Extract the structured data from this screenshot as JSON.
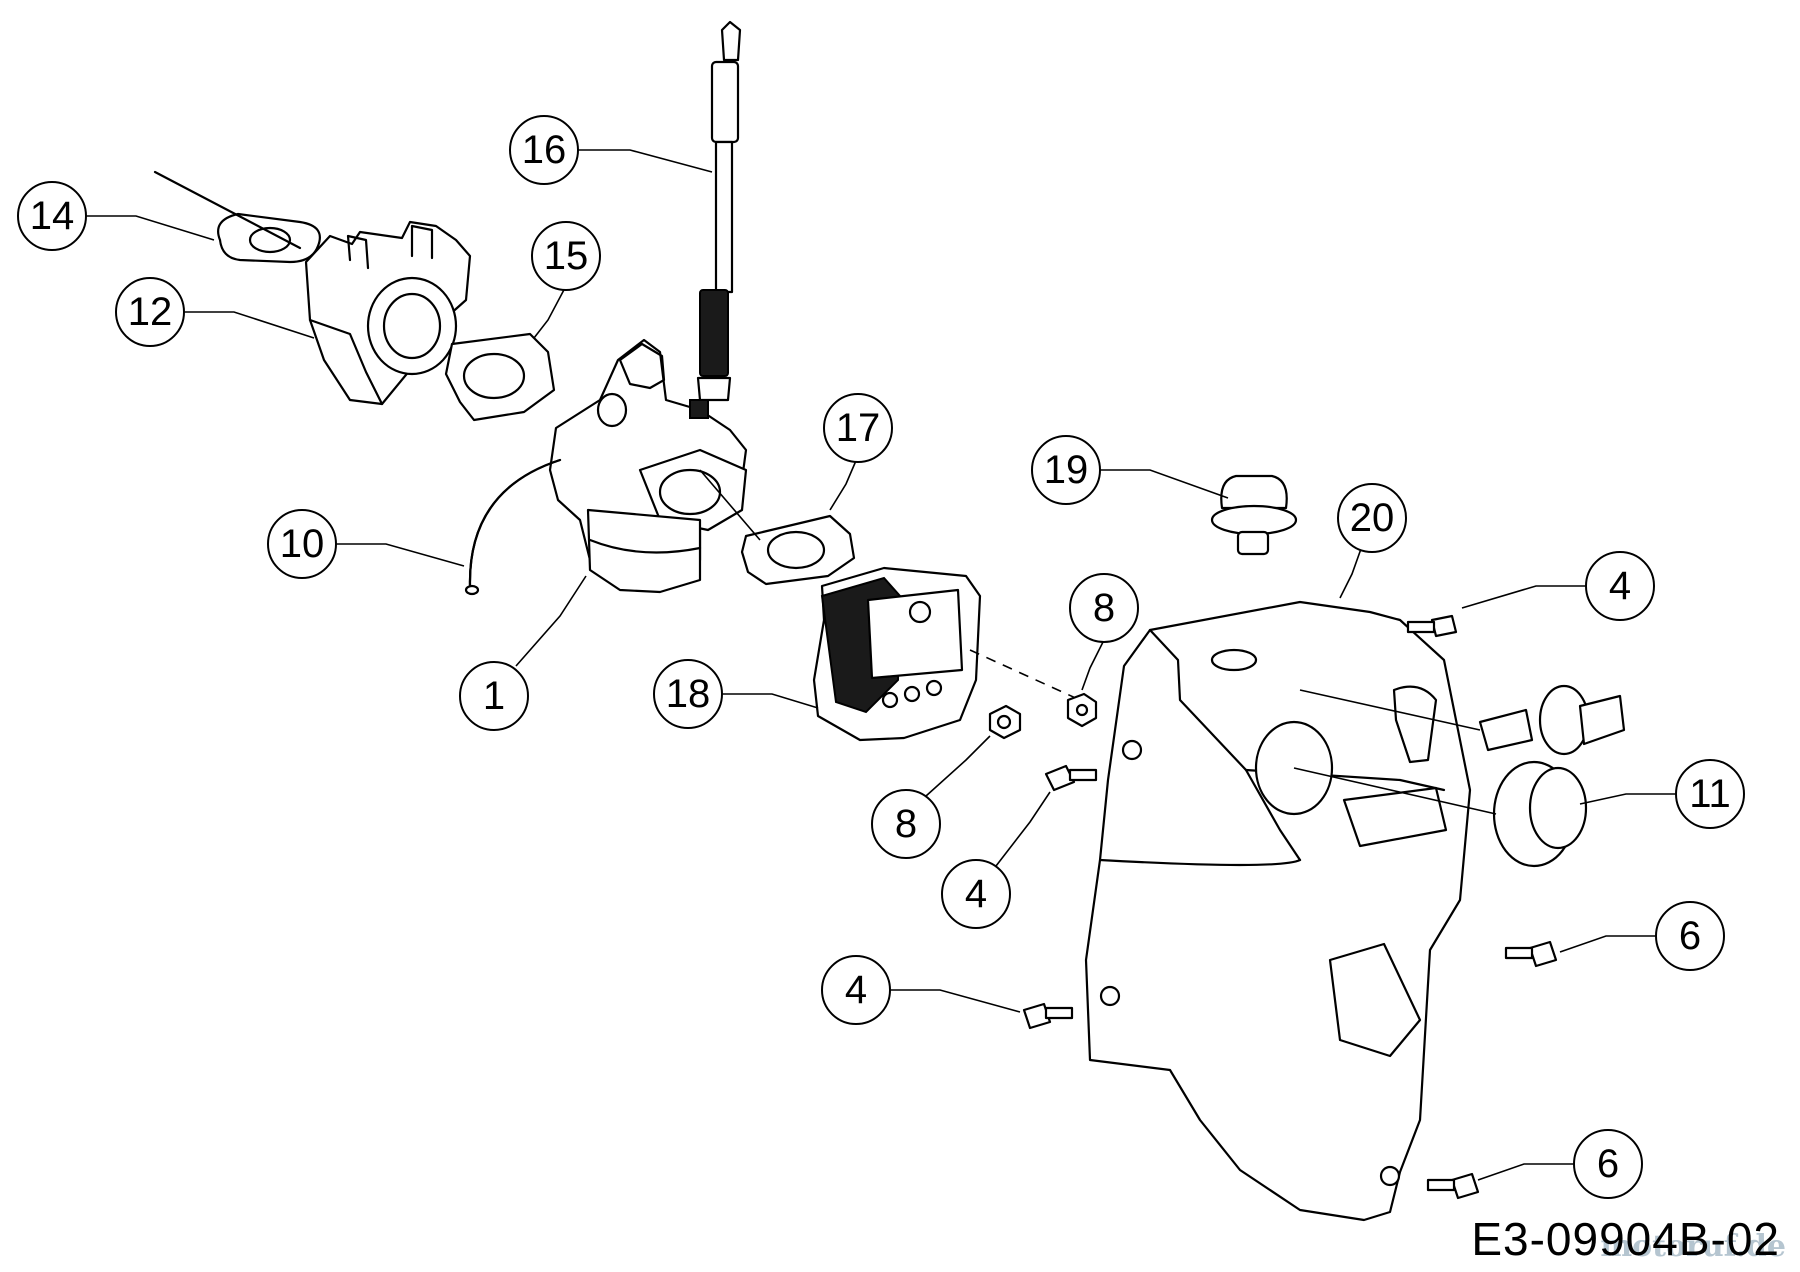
{
  "diagram": {
    "callouts": [
      {
        "id": "c-16",
        "label": "16"
      },
      {
        "id": "c-14",
        "label": "14"
      },
      {
        "id": "c-15",
        "label": "15"
      },
      {
        "id": "c-12",
        "label": "12"
      },
      {
        "id": "c-17",
        "label": "17"
      },
      {
        "id": "c-19",
        "label": "19"
      },
      {
        "id": "c-20",
        "label": "20"
      },
      {
        "id": "c-10",
        "label": "10"
      },
      {
        "id": "c-4a",
        "label": "4"
      },
      {
        "id": "c-8a",
        "label": "8"
      },
      {
        "id": "c-1",
        "label": "1"
      },
      {
        "id": "c-18",
        "label": "18"
      },
      {
        "id": "c-8b",
        "label": "8"
      },
      {
        "id": "c-11",
        "label": "11"
      },
      {
        "id": "c-4b",
        "label": "4"
      },
      {
        "id": "c-6a",
        "label": "6"
      },
      {
        "id": "c-4c",
        "label": "4"
      },
      {
        "id": "c-6b",
        "label": "6"
      }
    ],
    "drawing_code": "E3-09904B-02",
    "watermark": "motoruf.de"
  }
}
